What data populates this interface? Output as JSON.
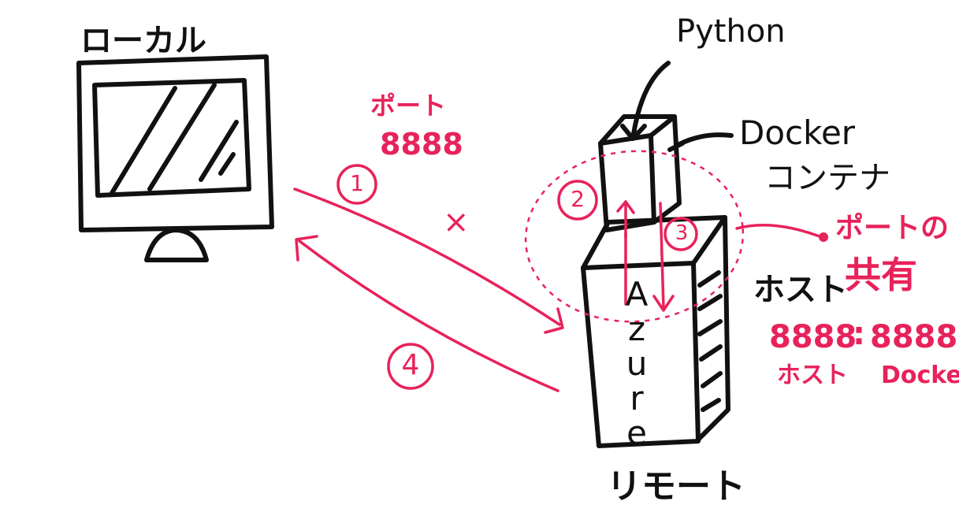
{
  "local": {
    "label": "ローカル"
  },
  "remote": {
    "label": "リモート",
    "server_text": [
      "A",
      "z",
      "u",
      "r",
      "e"
    ]
  },
  "python": {
    "label": "Python"
  },
  "docker": {
    "label_line1": "Docker",
    "label_line2": "コンテナ"
  },
  "port": {
    "label": "ポート",
    "number": "8888"
  },
  "blocked_mark": "×",
  "steps": [
    "①",
    "②",
    "③",
    "④"
  ],
  "host": {
    "label": "ホスト"
  },
  "port_sharing": {
    "label_line1": "ポートの",
    "label_line2": "共有"
  },
  "mapping": {
    "left": "8888",
    "sep": ":",
    "right": "8888",
    "left_caption": "ホスト",
    "right_caption": "Docker"
  },
  "colors": {
    "ink": "#111111",
    "accent": "#e8225a"
  }
}
